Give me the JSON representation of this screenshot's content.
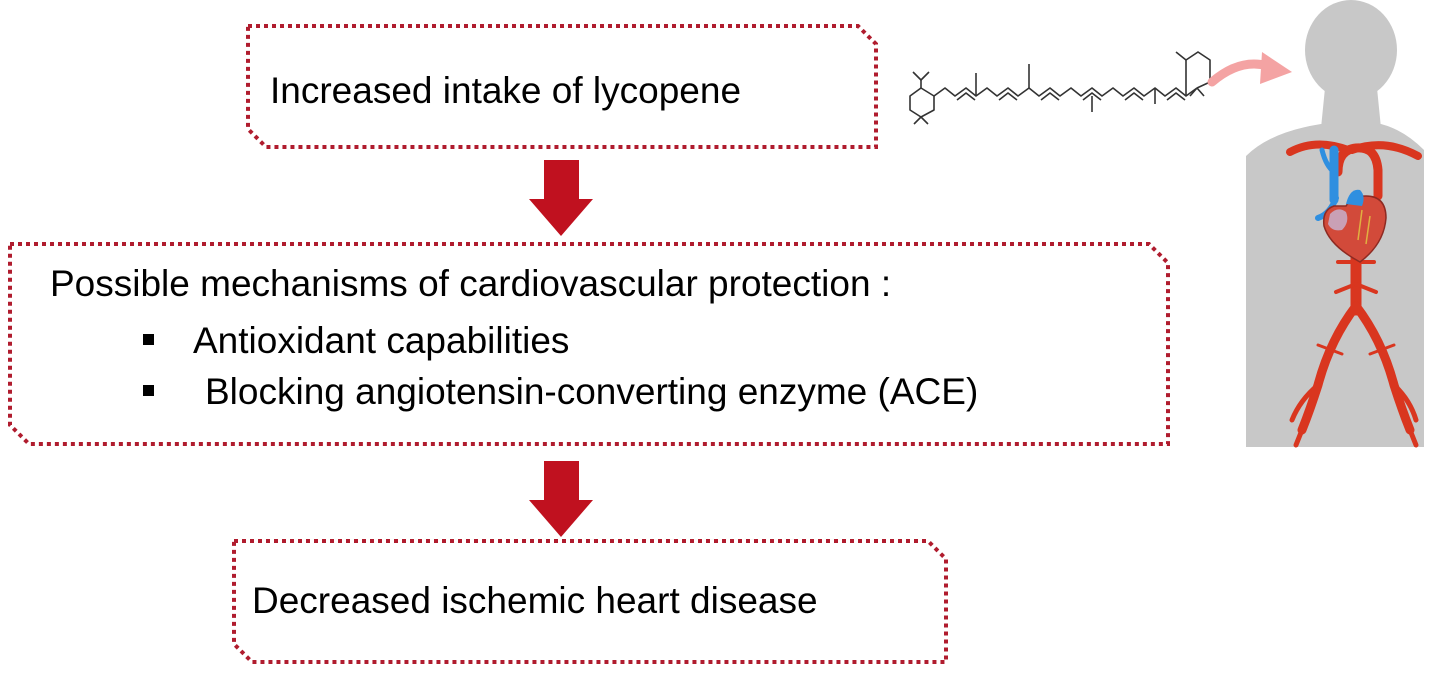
{
  "flow": {
    "step1": "Increased intake of lycopene",
    "step2_title": "Possible mechanisms of cardiovascular protection :",
    "mechanisms": [
      "Antioxidant capabilities",
      "Blocking angiotensin-converting enzyme (ACE)"
    ],
    "step3": "Decreased ischemic heart disease"
  },
  "colors": {
    "border": "#b01c2e",
    "arrow": "#c0111f",
    "body_silhouette": "#c8c8c8",
    "artery": "#d9361f",
    "vein": "#2f8fe0",
    "heart": "#d24a3a",
    "pink_arrow": "#f4a3a3",
    "molecule": "#333333"
  },
  "icons": {
    "molecule": "lycopene-structure-icon",
    "body": "human-body-icon",
    "heart": "heart-icon"
  }
}
